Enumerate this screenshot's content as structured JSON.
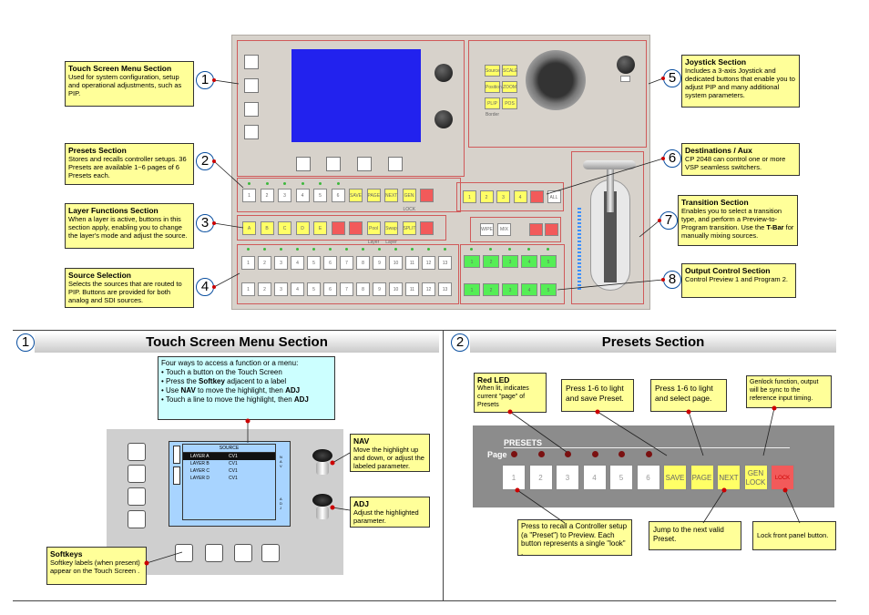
{
  "callouts": {
    "touch": {
      "title": "Touch Screen Menu Section",
      "text": "Used for system configuration, setup and operational adjustments, such as PIP."
    },
    "presets": {
      "title": "Presets Section",
      "text": "Stores and recalls controller setups. 36 Presets are available 1~6 pages of 6 Presets each."
    },
    "layer": {
      "title": "Layer Functions Section",
      "text": "When a layer is active, buttons in this section apply, enabling you to change the layer's mode and adjust the source."
    },
    "source": {
      "title": "Source Selection",
      "text": "Selects the sources that are routed to PIP. Buttons are provided for both analog and SDI sources."
    },
    "joystick": {
      "title": "Joystick Section",
      "text": "Includes a 3-axis Joystick and dedicated buttons that enable you to adjust PIP and many additional system parameters."
    },
    "dest": {
      "title": "Destinations / Aux",
      "text": "CP 2048 can control one or more VSP seamless switchers."
    },
    "transition": {
      "title": "Transition Section",
      "text": "Enables you to select a transition type, and perform a Preview-to-Program transition. Use the ",
      "bold": "T-Bar",
      "text2": " for manually mixing sources."
    },
    "output": {
      "title": "Output Control Section",
      "text": "Control Preview 1 and Program 2."
    }
  },
  "numbers": [
    "1",
    "2",
    "3",
    "4",
    "5",
    "6",
    "7",
    "8"
  ],
  "panel": {
    "preset_buttons": [
      "1",
      "2",
      "3",
      "4",
      "5",
      "6",
      "SAVE",
      "PAGE",
      "NEXT",
      "GEN LOCK",
      ""
    ],
    "layer_buttons": [
      "A",
      "B",
      "C",
      "D",
      "E",
      "",
      "",
      "Pool Layer",
      "Swap Layer",
      "SPLIT",
      ""
    ],
    "source_row": [
      "1",
      "2",
      "3",
      "4",
      "5",
      "6",
      "7",
      "8",
      "9",
      "10",
      "11",
      "12",
      "13"
    ],
    "dest_buttons": [
      "1",
      "2",
      "3",
      "4",
      "",
      "ALL"
    ],
    "trans_buttons": [
      "WIPE",
      "MIX",
      "",
      ""
    ],
    "out_row": [
      "1",
      "2",
      "3",
      "4",
      "5"
    ],
    "joy_buttons": [
      "Source",
      "SCALE",
      "Position",
      "ZOOM",
      "PLIP Border",
      "POS"
    ]
  },
  "section1": {
    "title": "Touch Screen Menu Section",
    "intro": "Four ways to access a function or a menu:",
    "b1": "• Touch a button on the Touch Screen",
    "b2a": "• Press the ",
    "b2b": "Softkey",
    "b2c": " adjacent to a label",
    "b3a": "• Use ",
    "b3b": "NAV",
    "b3c": " to move the highlight, then ",
    "b3d": "ADJ",
    "b4a": "• Touch a line to move the highlight, then ",
    "b4b": "ADJ",
    "screen_header": "SOURCE",
    "rows": [
      {
        "layer": "LAYER  A",
        "val": "CV1"
      },
      {
        "layer": "LAYER  B",
        "val": "CV1"
      },
      {
        "layer": "LAYER  C",
        "val": "CV1"
      },
      {
        "layer": "LAYER  D",
        "val": "CV1"
      }
    ],
    "nav_side": "NAV",
    "adj_side": "ADJ",
    "nav_title": "NAV",
    "nav_text": "Move the highlight up and down, or adjust the labeled parameter.",
    "adj_title": "ADJ",
    "adj_text": "Adjust the highlighted parameter.",
    "softkeys_title": "Softkeys",
    "softkeys_text": "Softkey labels (when present) appear on the Touch Screen ."
  },
  "section2": {
    "title": "Presets Section",
    "red_led_title": "Red LED",
    "red_led_text": "When lit, indicates current \"page\" of Presets",
    "save_note": "Press 1-6 to light and save Preset.",
    "select_note": "Press 1-6 to light and select page.",
    "genlock_note": "Genlock function, output will be sync to the reference input timing.",
    "strip_label": "PRESETS",
    "page_label": "Page",
    "buttons": [
      "1",
      "2",
      "3",
      "4",
      "5",
      "6",
      "SAVE",
      "PAGE",
      "NEXT",
      "GEN LOCK",
      "LOCK"
    ],
    "recall_note": "Press to recall a Controller setup (a \"Preset\") to Preview. Each button represents a single \"look\" .",
    "jump_note": "Jump to the next valid Preset.",
    "lock_note": "Lock front panel button."
  },
  "colors": {
    "callout": "#ffff99",
    "cyan": "#ccffff",
    "panel": "#d7d2cb",
    "accent": "#0a4fa0"
  }
}
